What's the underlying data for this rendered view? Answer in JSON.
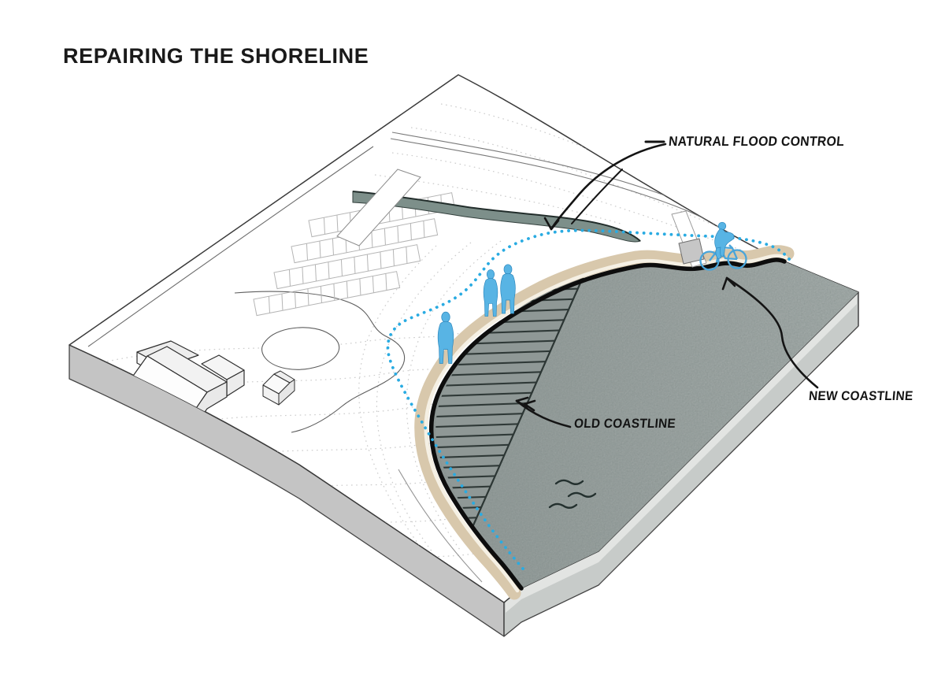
{
  "title": "REPAIRING THE SHORELINE",
  "annotations": {
    "natural_flood_control": {
      "label": "NATURAL FLOOD CONTROL"
    },
    "old_coastline": {
      "label": "OLD COASTLINE"
    },
    "new_coastline": {
      "label": "NEW COASTLINE"
    }
  },
  "scene": {
    "pedestrian_count": 3,
    "cyclist_count": 1,
    "wave_symbol_count": 3
  },
  "colors": {
    "water": "#9ca4a2",
    "hatch_ink": "#2e3836",
    "path_tan": "#d8c8ac",
    "flood_dots_blue": "#29abe2",
    "figure_blue": "#58b4e4",
    "stream_green": "#7d8f8a",
    "block_side_gray": "#c4c4c4",
    "ink": "#141414"
  }
}
